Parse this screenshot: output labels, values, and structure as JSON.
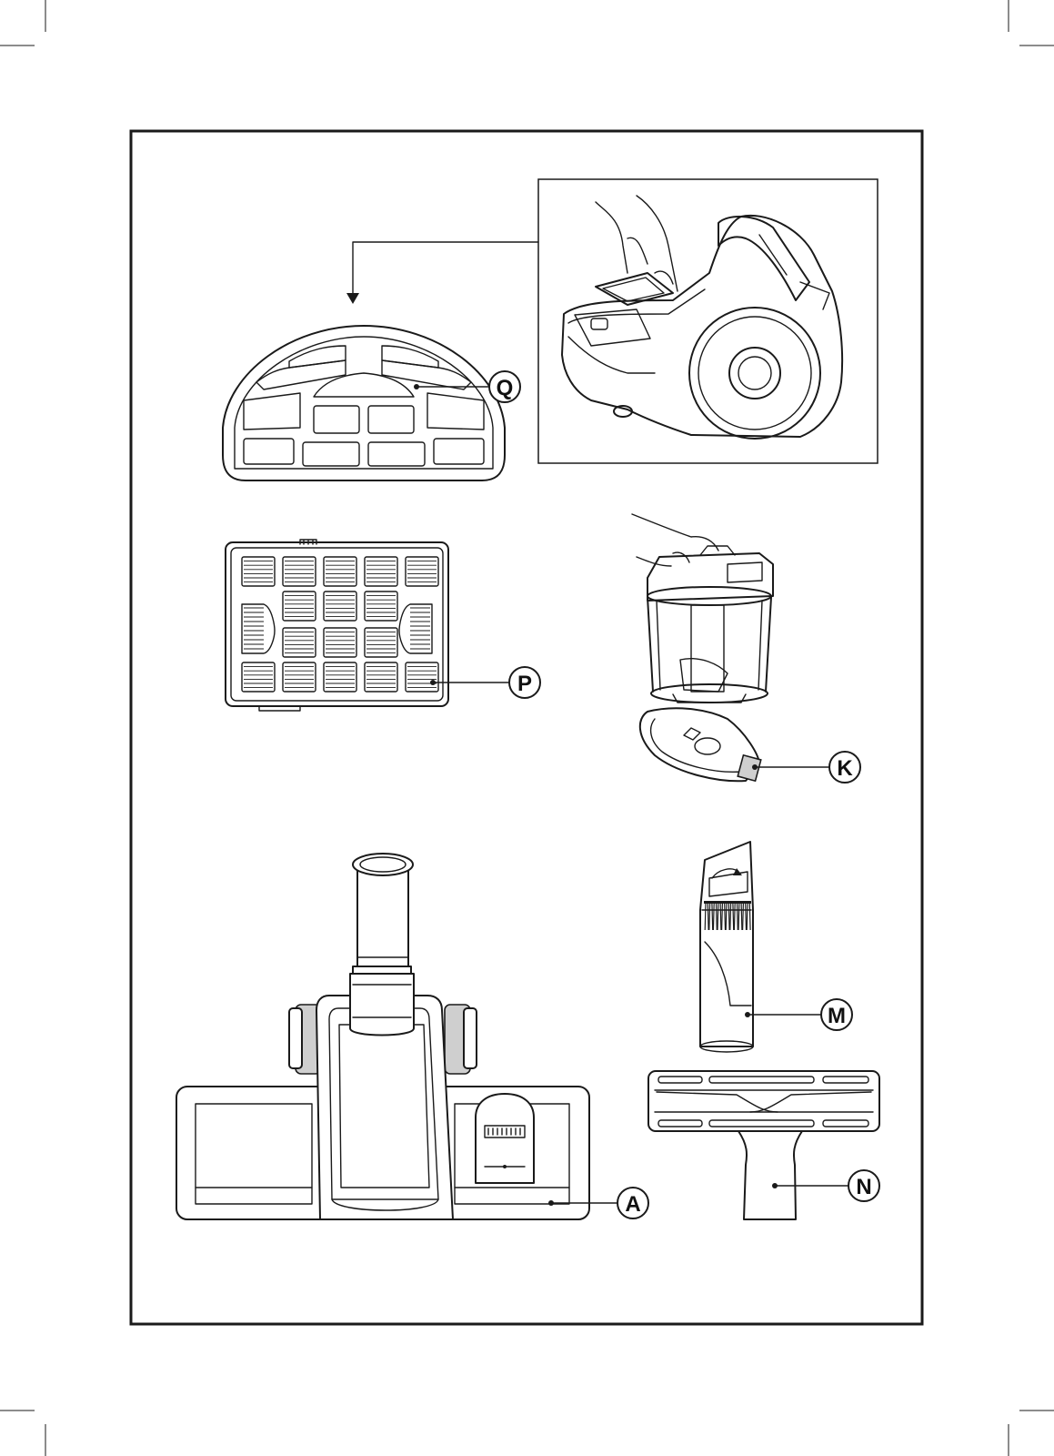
{
  "callouts": {
    "q": "Q",
    "p": "P",
    "k": "K",
    "m": "M",
    "n": "N",
    "a": "A"
  },
  "colors": {
    "ink": "#1a1a1a",
    "paper": "#ffffff",
    "shade": "#cfcfcf"
  }
}
